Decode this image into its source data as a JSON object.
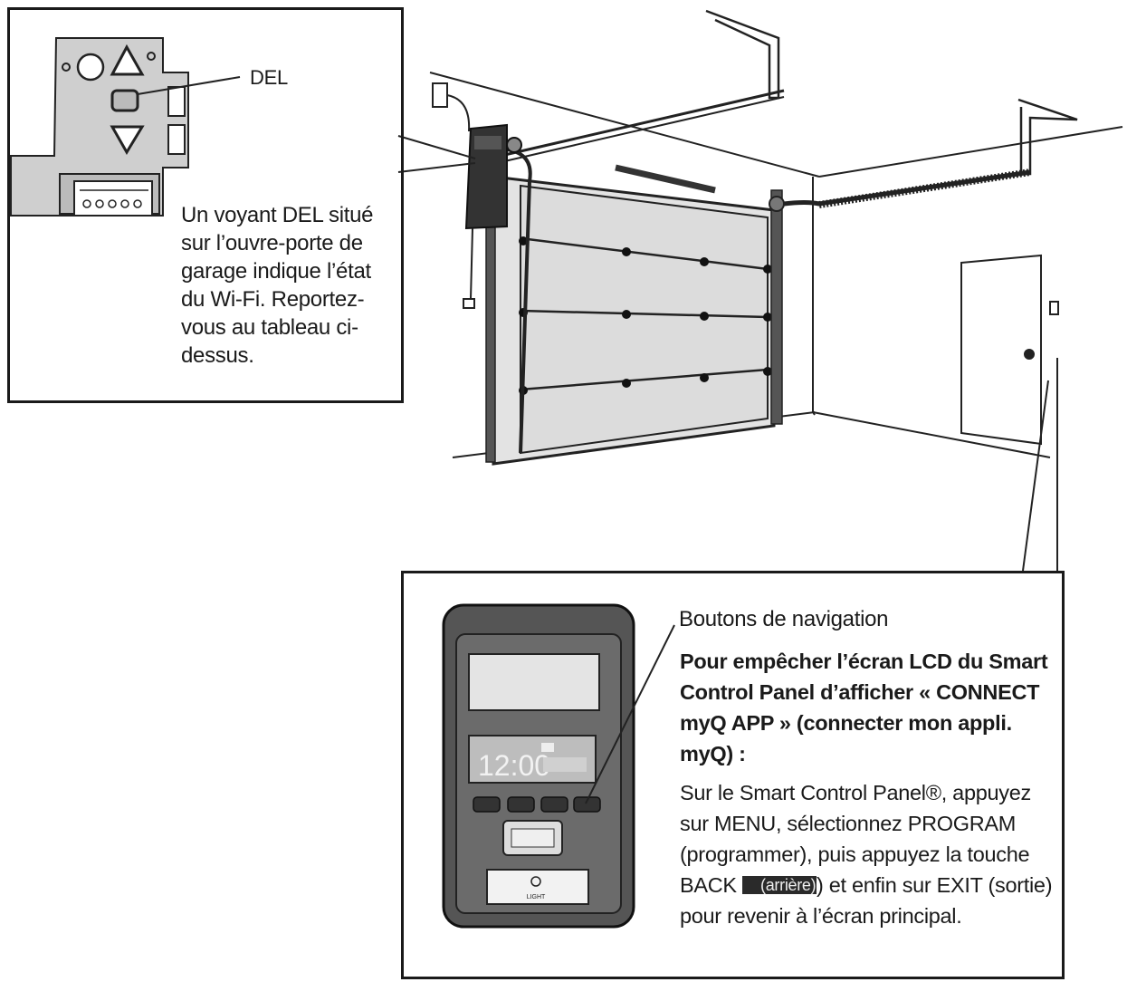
{
  "led_callout": {
    "label": "DEL",
    "description": "Un voyant DEL situé sur l’ouvre-porte de garage indique l’état du Wi-Fi. Reportez-vous au tableau ci-dessus."
  },
  "panel_callout": {
    "nav_label": "Boutons de navigation",
    "heading_bold": "Pour empêcher l’écran LCD du Smart Control Panel d’afficher « CONNECT myQ APP » (connecter mon appli. myQ) :",
    "instruction_part1": "Sur le Smart Control Panel®, appuyez sur MENU, sélectionnez PROGRAM (programmer), puis appuyez la touche BACK",
    "back_key_text": "(arrière)",
    "instruction_part2": ") et enfin sur EXIT (sortie) pour revenir à l’écran principal."
  },
  "device_display": {
    "time": "12:00",
    "light_label": "LIGHT"
  }
}
